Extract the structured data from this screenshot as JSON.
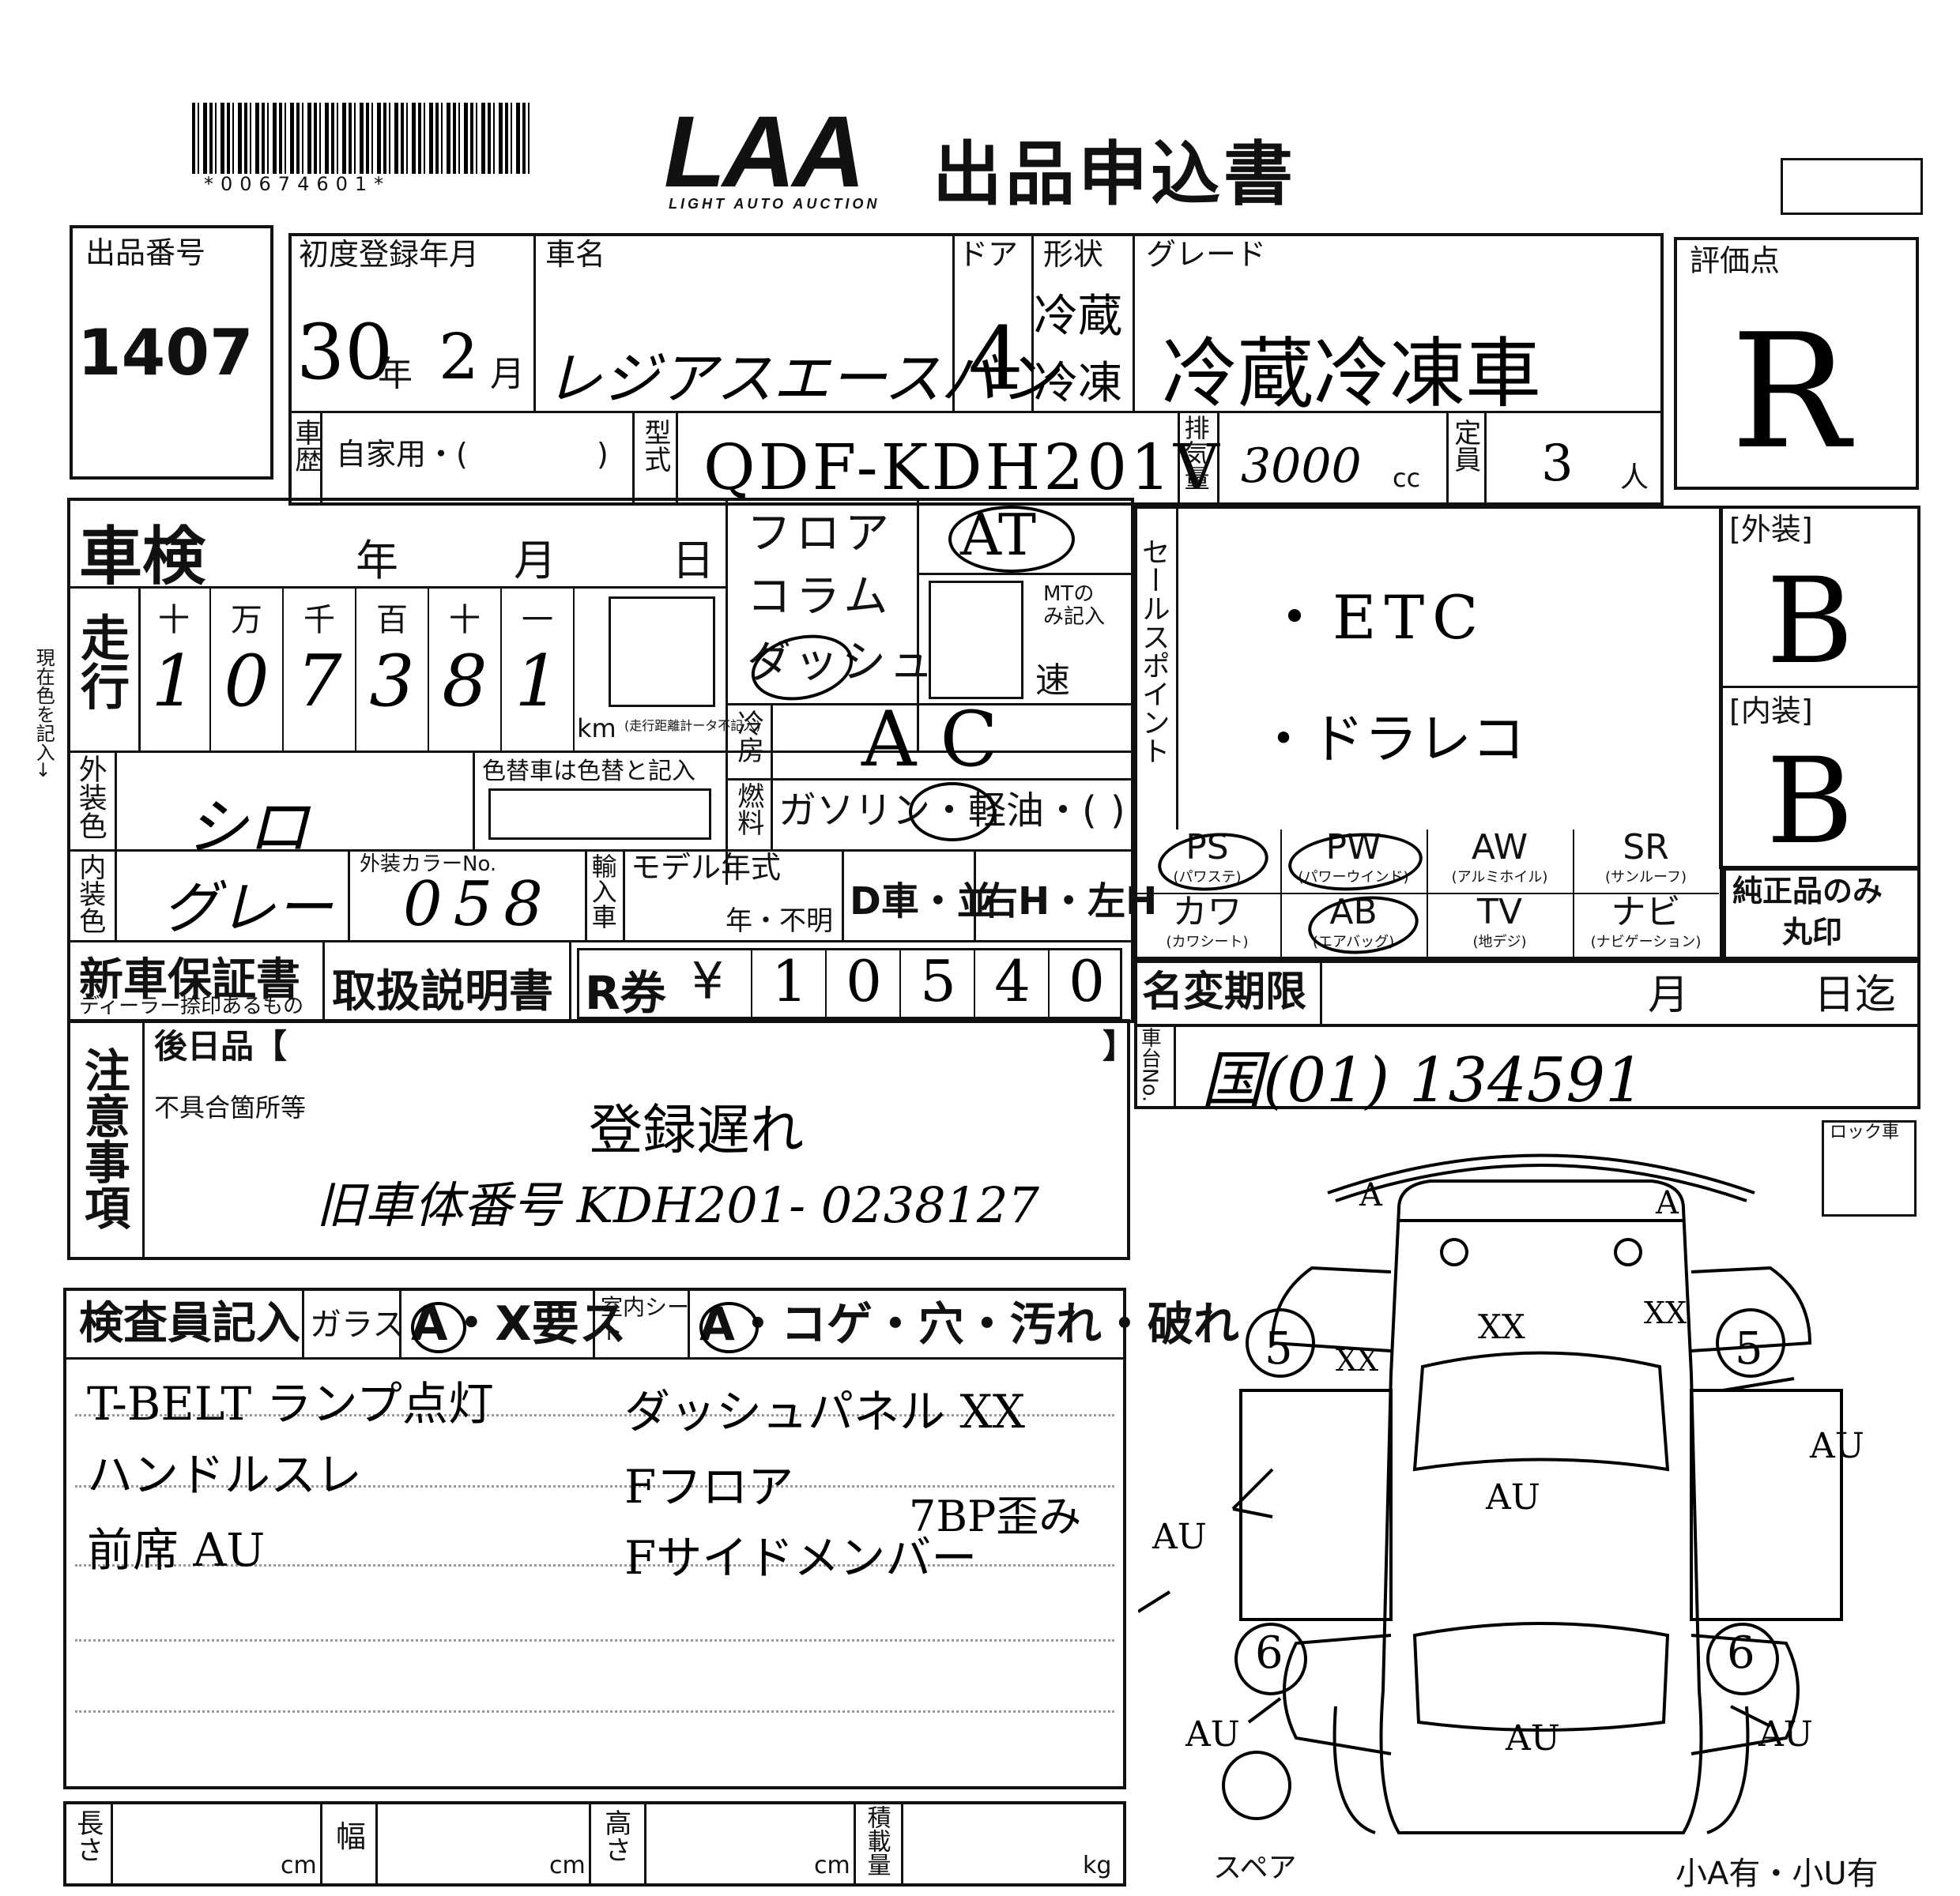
{
  "header": {
    "barcode_text": "*00674601*",
    "logo_text": "LAA",
    "logo_sub": "LIGHT AUTO AUCTION",
    "title": "出品申込書"
  },
  "lot": {
    "label": "出品番号",
    "value": "1407"
  },
  "registration": {
    "label": "初度登録年月",
    "year": "30",
    "year_unit": "年",
    "month": "2",
    "month_unit": "月"
  },
  "car_name": {
    "label": "車名",
    "value": "レジアスエースバン"
  },
  "doors": {
    "label": "ドア",
    "value": "4"
  },
  "shape": {
    "label": "形状",
    "line1": "冷蔵",
    "line2": "冷凍"
  },
  "grade": {
    "label": "グレード",
    "value": "冷蔵冷凍車"
  },
  "score": {
    "label": "評価点",
    "value": "R"
  },
  "history": {
    "label": "車歴",
    "value": "自家用・(",
    "close": ")"
  },
  "model": {
    "label": "型式",
    "value": "QDF-KDH201V"
  },
  "displacement": {
    "label": "排気量",
    "value": "3000",
    "unit": "cc"
  },
  "capacity": {
    "label": "定員",
    "value": "3",
    "unit": "人"
  },
  "inspection": {
    "label": "車検",
    "year": "年",
    "month": "月",
    "day": "日"
  },
  "mileage": {
    "label": "走行",
    "digit_labels": [
      "十",
      "万",
      "千",
      "百",
      "十",
      "一"
    ],
    "digits": [
      "1",
      "0",
      "7",
      "3",
      "8",
      "1"
    ],
    "unit": "km",
    "note": "(走行距離計ータ不記入)"
  },
  "shift": {
    "floor": "フロア",
    "column": "コラム",
    "dash": "ダッシュ",
    "at": "AT",
    "mt_note": "MTのみ記入",
    "speed": "速"
  },
  "side_label": "現在色を記入→",
  "cooler": {
    "label": "冷房",
    "value": "AC"
  },
  "fuel": {
    "label": "燃料",
    "options": "ガソリン・軽油・(",
    "close": ")"
  },
  "exterior_color": {
    "label": "外装色",
    "value": "シロ",
    "repaint_label": "色替車は色替と記入"
  },
  "interior_color": {
    "label": "内装色",
    "value": "グレー"
  },
  "color_no": {
    "label": "外装カラーNo.",
    "value": "058"
  },
  "import": {
    "label": "輸入車"
  },
  "model_year": {
    "label": "モデル年式",
    "value": "年・不明"
  },
  "dealer": {
    "value": "D車・並"
  },
  "handle": {
    "value": "右H・左H"
  },
  "sales_points": {
    "label": "セールスポイント",
    "items": [
      "・ETC",
      "・ドラレコ"
    ]
  },
  "exterior_grade": {
    "label": "[外装]",
    "value": "B"
  },
  "interior_grade": {
    "label": "[内装]",
    "value": "B"
  },
  "equipment": [
    {
      "code": "PS",
      "name": "(パワステ)",
      "circled": true
    },
    {
      "code": "PW",
      "name": "(パワーウインド)",
      "circled": true
    },
    {
      "code": "AW",
      "name": "(アルミホイル)",
      "circled": false
    },
    {
      "code": "SR",
      "name": "(サンルーフ)",
      "circled": false
    },
    {
      "code": "カワ",
      "name": "(カワシート)",
      "circled": false
    },
    {
      "code": "AB",
      "name": "(エアバッグ)",
      "circled": true
    },
    {
      "code": "TV",
      "name": "(地デジ)",
      "circled": false
    },
    {
      "code": "ナビ",
      "name": "(ナビゲーション)",
      "circled": false
    }
  ],
  "genuine_only": {
    "line1": "純正品のみ",
    "line2": "丸印"
  },
  "warranty": {
    "line1": "新車保証書",
    "line2": "ディーラー捺印あるもの"
  },
  "manual": {
    "label": "取扱説明書"
  },
  "recycle": {
    "label": "R券",
    "yen": "¥",
    "digits": [
      "1",
      "0",
      "5",
      "4",
      "0"
    ]
  },
  "name_change": {
    "label": "名変期限",
    "month": "月",
    "day": "日迄"
  },
  "plate": {
    "label": "車台No.",
    "value": "国(01) 134591"
  },
  "notes": {
    "label": "注意事項",
    "later_label": "後日品【",
    "later_close": "】",
    "defect_label": "不具合箇所等",
    "line1": "登録遅れ",
    "line2": "旧車体番号 KDH201- 0238127"
  },
  "lock_label": "ロック車",
  "inspector": {
    "label": "検査員記入",
    "glass_label": "ガラス",
    "glass_options": "A・X要ス",
    "seat_label": "室内シート",
    "seat_options": "A・コゲ・穴・汚れ・破れ",
    "remarks": [
      "T-BELT ランプ点灯",
      "ハンドルスレ",
      "前席 AU",
      "ダッシュパネル XX",
      "Fフロア",
      "Fサイドメンバー",
      "7BP歪み"
    ]
  },
  "diagram": {
    "marks": [
      "A",
      "A",
      "XX",
      "XX",
      "XX",
      "5",
      "5",
      "6",
      "6",
      "AU",
      "AU",
      "AU",
      "AU",
      "AU",
      "AU"
    ],
    "spare": "スペア",
    "tail": "小A有・小U有"
  },
  "dimensions": {
    "length": "長さ",
    "width": "幅",
    "height": "高さ",
    "load": "積載量",
    "cm": "cm",
    "kg": "kg"
  }
}
